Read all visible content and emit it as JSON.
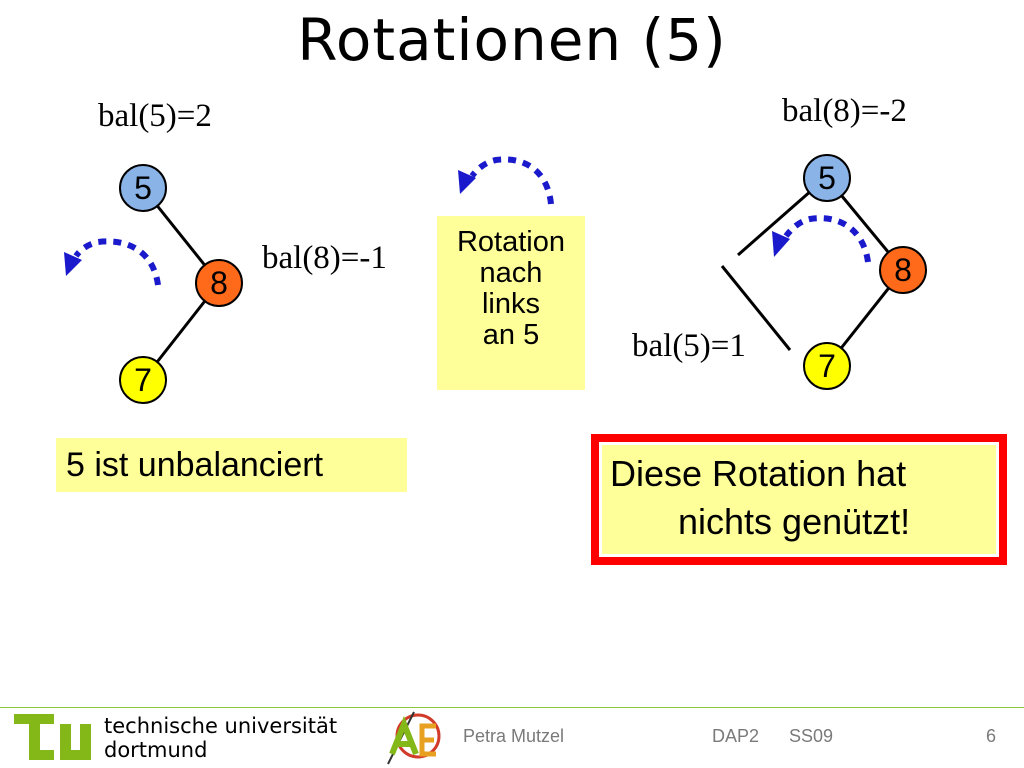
{
  "title": "Rotationen (5)",
  "left_tree": {
    "balance_root": "bal(5)=2",
    "balance_child": "bal(8)=-1",
    "nodes": [
      "5",
      "8",
      "7"
    ]
  },
  "right_tree": {
    "balance_root": "bal(8)=-2",
    "balance_child": "bal(5)=1",
    "nodes": [
      "5",
      "8",
      "7"
    ]
  },
  "rotation_box": {
    "lines": [
      "Rotation",
      "nach",
      "links",
      "an 5"
    ]
  },
  "unbalanced_note": "5 ist unbalanciert",
  "result_note": {
    "line1": "Diese Rotation hat",
    "line2": "nichts genützt!"
  },
  "footer": {
    "university_line1": "technische universität",
    "university_line2": "dortmund",
    "author": "Petra Mutzel",
    "course": "DAP2",
    "term": "SS09",
    "page": "6"
  },
  "colors": {
    "node_5": "#8ab4e8",
    "node_8": "#ff6a1a",
    "node_7": "#ffff00",
    "arrow": "#1a1acc",
    "note_fill": "#ffff99",
    "result_border": "#ff0000",
    "tu_green": "#84b819"
  },
  "icons": [
    "tu-logo-icon",
    "ae-logo-icon",
    "rotation-arrow-icon"
  ]
}
